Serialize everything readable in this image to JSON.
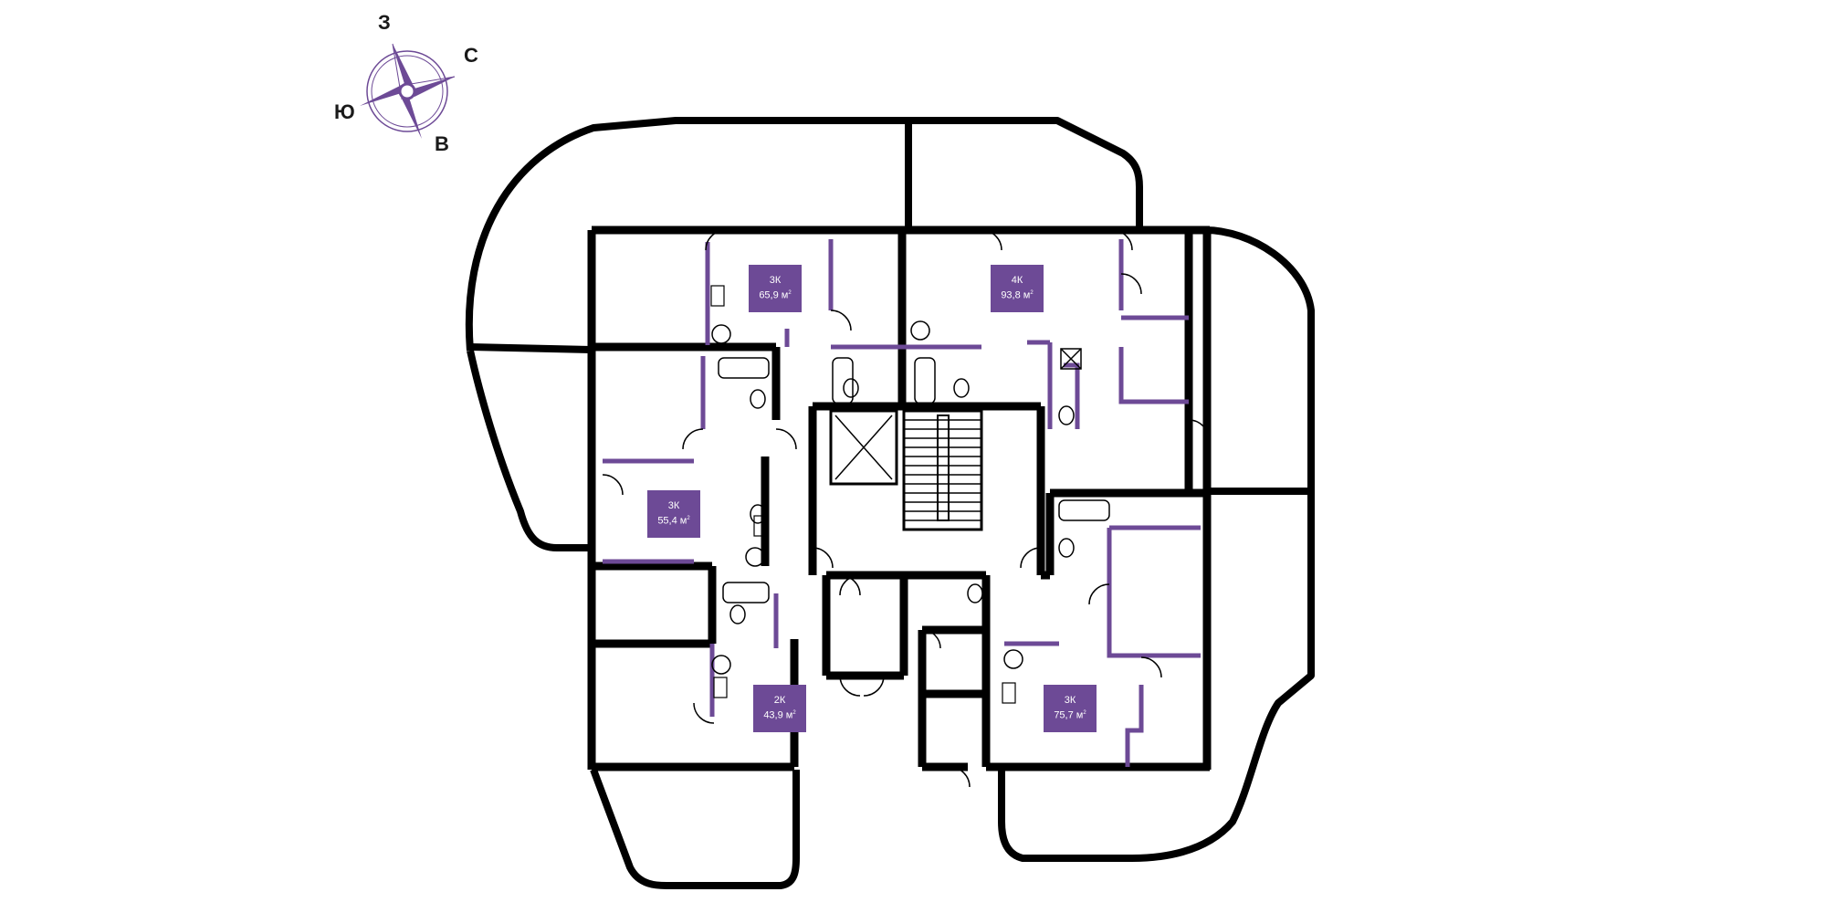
{
  "compass": {
    "north": "З",
    "east": "С",
    "west": "Ю",
    "south": "В"
  },
  "apartments": [
    {
      "rooms": "3К",
      "area": "65,9 м",
      "unit": "2"
    },
    {
      "rooms": "4К",
      "area": "93,8 м",
      "unit": "2"
    },
    {
      "rooms": "3К",
      "area": "55,4 м",
      "unit": "2"
    },
    {
      "rooms": "2К",
      "area": "43,9 м",
      "unit": "2"
    },
    {
      "rooms": "3К",
      "area": "75,7 м",
      "unit": "2"
    }
  ],
  "colors": {
    "wall": "#000000",
    "partition": "#6d4a96",
    "label_bg": "#6d4a96",
    "label_text": "#ffffff",
    "compass": "#6d4a96"
  }
}
